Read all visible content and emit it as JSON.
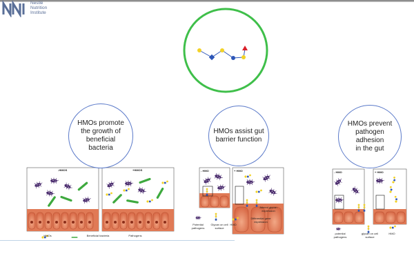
{
  "logo": {
    "mark": "NNI",
    "lines": [
      "Nestlé",
      "Nutrition",
      "Institute"
    ],
    "color": "#5a6f98"
  },
  "bubbles": [
    {
      "lines": [
        "HMOs promote",
        "the growth of",
        "beneficial",
        "bacteria"
      ]
    },
    {
      "lines": [
        "HMOs assist gut",
        "barrier function"
      ]
    },
    {
      "lines": [
        "HMOs prevent",
        "pathogen",
        "adhesion",
        "in the gut"
      ]
    }
  ],
  "panel1": {
    "left_title": "-HMOS",
    "right_title": "+HMOS",
    "legend": [
      "HMOs",
      "Beneficial bacteria",
      "Pathogens"
    ]
  },
  "panel2": {
    "left_title": "- HMO",
    "right_title": "+ HMO",
    "legend": [
      "Potential pathogens",
      "Glycan on cell surface",
      "HMO"
    ],
    "annotations": [
      "Altered glycan expression",
      "Differential gene expression"
    ]
  },
  "panel3": {
    "left_title": "- HMO",
    "right_title": "+ HMO",
    "legend": [
      "potential pathogens",
      "glycan on cell surface",
      "HMO"
    ]
  },
  "colors": {
    "main_circle": "#3fbf4a",
    "bubble_border": "#5a79c9",
    "galactose": "#f2d227",
    "glucose": "#2d56b8",
    "glcnac": "#2d56b8",
    "fucose": "#d9202a",
    "epithelium": "#e07a56",
    "bacteria_good": "#3ea93e",
    "pathogen": "#4b2d6e"
  },
  "icons": [
    "hmo-molecule-icon",
    "bacteria-icon",
    "pathogen-icon",
    "epithelium-icon"
  ]
}
